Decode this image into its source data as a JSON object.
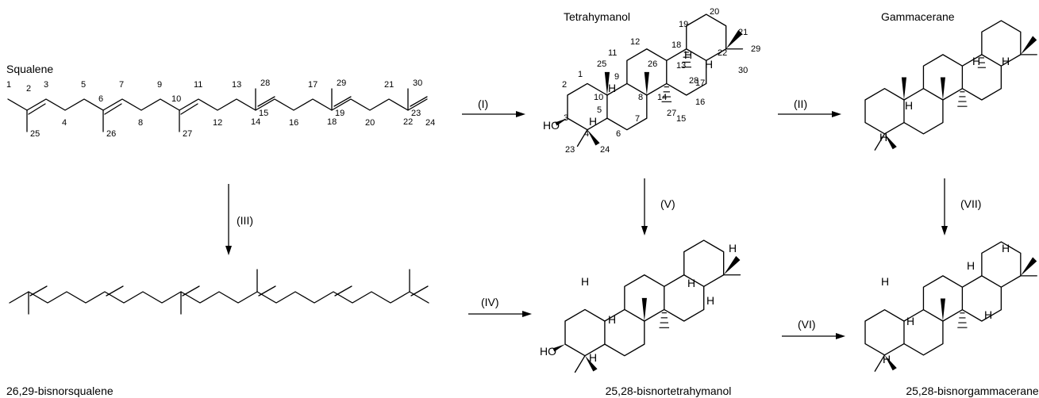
{
  "compounds": {
    "squalene": "Squalene",
    "tetrahymanol": "Tetrahymanol",
    "gammacerane": "Gammacerane",
    "bisnorsqualene": "26,29-bisnorsqualene",
    "bisnortetrahymanol": "25,28-bisnortetrahymanol",
    "bisnorgammacerane": "25,28-bisnorgammacerane"
  },
  "steps": {
    "I": "(I)",
    "II": "(II)",
    "III": "(III)",
    "IV": "(IV)",
    "V": "(V)",
    "VI": "(VI)",
    "VII": "(VII)"
  },
  "atoms": {
    "hydroxyl": "HO",
    "hydrogen": "H"
  },
  "squalene_carbon_labels": [
    "1",
    "2",
    "3",
    "4",
    "5",
    "6",
    "7",
    "8",
    "9",
    "10",
    "11",
    "12",
    "13",
    "14",
    "15",
    "16",
    "17",
    "18",
    "19",
    "20",
    "21",
    "22",
    "23",
    "24",
    "25",
    "26",
    "27",
    "28",
    "29",
    "30"
  ],
  "tetrahymanol_carbon_labels": [
    "1",
    "2",
    "3",
    "4",
    "5",
    "6",
    "7",
    "8",
    "9",
    "10",
    "11",
    "12",
    "13",
    "14",
    "15",
    "16",
    "17",
    "18",
    "19",
    "20",
    "21",
    "22",
    "23",
    "24",
    "25",
    "26",
    "27",
    "28",
    "29",
    "30"
  ]
}
